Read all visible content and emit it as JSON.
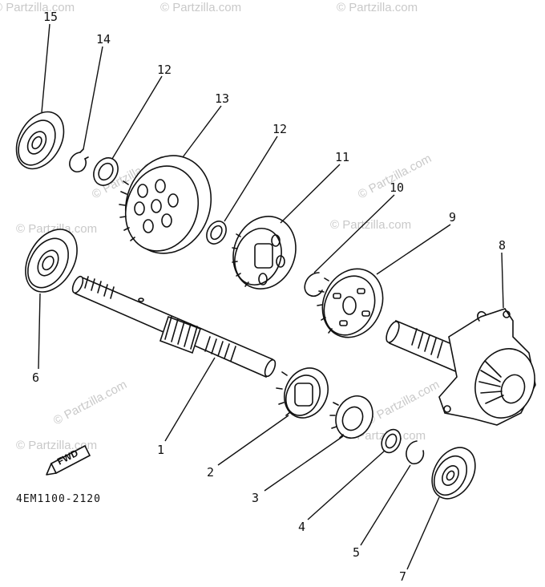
{
  "watermark": "© Partzilla.com",
  "diagram_code": "4EM1100-2120",
  "direction_label": "FWD",
  "callouts": [
    "1",
    "2",
    "3",
    "4",
    "5",
    "6",
    "7",
    "8",
    "9",
    "10",
    "11",
    "12",
    "12",
    "13",
    "14",
    "15"
  ]
}
